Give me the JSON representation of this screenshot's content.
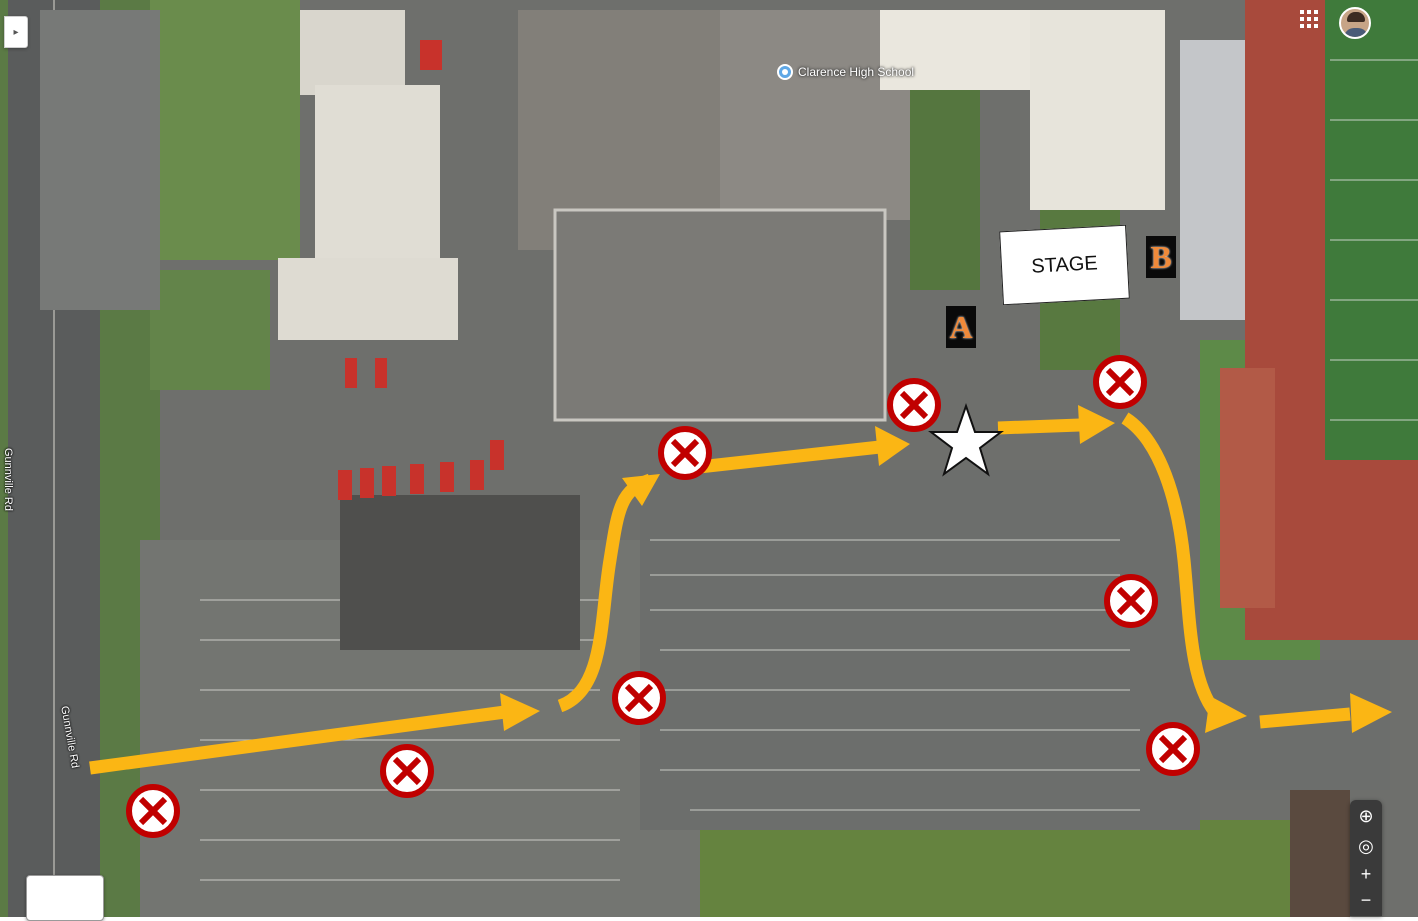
{
  "map": {
    "type": "satellite",
    "poi_label": "Clarence High School",
    "roads": [
      "Gunnville Rd",
      "Gunnville Rd"
    ]
  },
  "overlay": {
    "stage_label": "STAGE",
    "zone_a": "A",
    "zone_b": "B",
    "route_color": "#fbb614",
    "no_entry_color": "#c00000",
    "star_color": "#ffffff"
  },
  "icons": {
    "collapse": "chevron-right-icon",
    "apps": "apps-grid-icon",
    "layers": "globe-icon",
    "location": "my-location-icon",
    "zoom_in": "plus-icon",
    "zoom_out": "minus-icon"
  },
  "controls": {
    "collapse_glyph": "▸",
    "layers_glyph": "⊕",
    "location_glyph": "◎",
    "zoom_in_glyph": "+",
    "zoom_out_glyph": "−"
  }
}
